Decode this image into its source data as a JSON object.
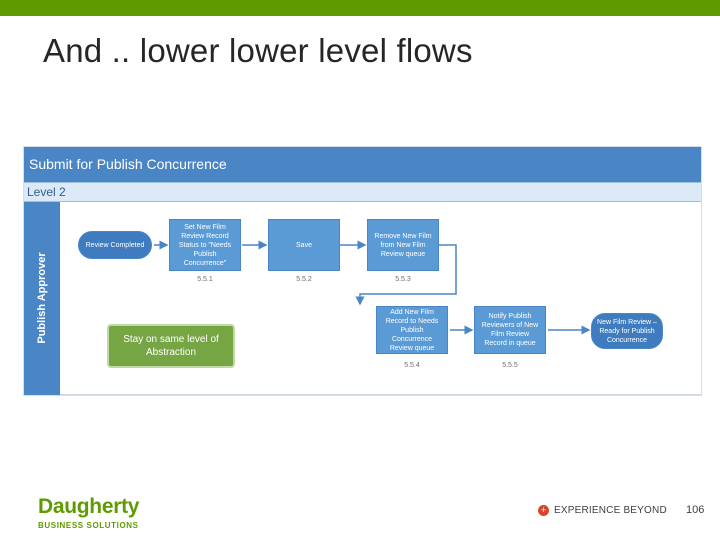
{
  "slide": {
    "title": "And .. lower lower level flows",
    "page_number": "106"
  },
  "diagram": {
    "header": "Submit for Publish Concurrence",
    "level": "Level 2",
    "lane": "Publish Approver",
    "nodes": {
      "review_completed": "Review Completed",
      "set_status": "Set New Film Review Record Status to \"Needs Publish Concurrence\"",
      "save": "Save",
      "remove": "Remove New Film from New Film Review queue",
      "add_record": "Add New Film Record to Needs Publish Concurrence Review queue",
      "notify": "Notify Publish Reviewers of New Film Review Record in queue",
      "ready": "New Film Review – Ready for Publish Concurrence"
    },
    "numbers": {
      "set_status": "5.5.1",
      "save": "5.5.2",
      "remove": "5.5.3",
      "add_record": "5.5.4",
      "notify": "5.5.5"
    }
  },
  "note": "Stay on same level of Abstraction",
  "footer": {
    "logo_name": "Daugherty",
    "logo_sub": "BUSINESS SOLUTIONS",
    "tagline": "EXPERIENCE BEYOND"
  },
  "colors": {
    "brand_green": "#5f9b00",
    "diagram_blue": "#4a86c5",
    "node_blue": "#5b9bd5",
    "note_green": "#76a543"
  }
}
